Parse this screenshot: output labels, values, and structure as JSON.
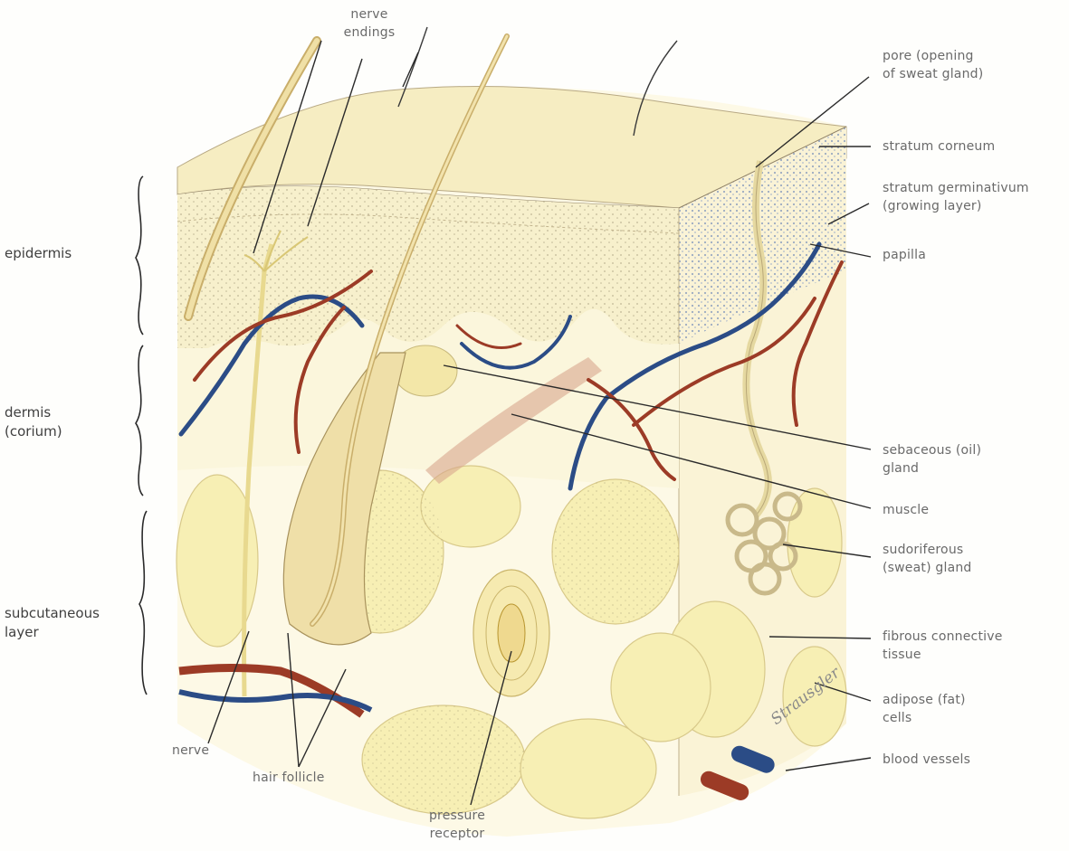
{
  "labels": {
    "nerve_endings": [
      "nerve",
      "endings"
    ],
    "pore": [
      "pore (opening",
      "of sweat gland)"
    ],
    "stratum_corneum": "stratum corneum",
    "stratum_germinativum": [
      "stratum germinativum",
      "(growing layer)"
    ],
    "papilla": "papilla",
    "sebaceous": [
      "sebaceous (oil)",
      "gland"
    ],
    "muscle": "muscle",
    "sudoriferous": [
      "sudoriferous",
      "(sweat) gland"
    ],
    "fibrous": [
      "fibrous connective",
      "tissue"
    ],
    "adipose": [
      "adipose (fat)",
      "cells"
    ],
    "blood_vessels": "blood vessels",
    "nerve": "nerve",
    "hair_follicle": "hair follicle",
    "pressure_receptor": [
      "pressure",
      "receptor"
    ]
  },
  "layers": {
    "epidermis": "epidermis",
    "dermis": [
      "dermis",
      "(corium)"
    ],
    "subcutaneous": [
      "subcutaneous",
      "layer"
    ]
  },
  "signature": "Strausgler",
  "colors": {
    "epidermis_fill": "#f7f0cc",
    "stratum_corneum_fill": "#f6edc2",
    "dermis_fill": "#fbf6dc",
    "fat_cell_fill": "#f7efb4",
    "hair_fill": "#ecd99a",
    "vein_blue": "#2b4c86",
    "artery_red": "#9c3b26",
    "nerve_yellow": "#f1e6b0",
    "label_text": "#6a6a6a",
    "leader_line": "#2a2a2a"
  }
}
